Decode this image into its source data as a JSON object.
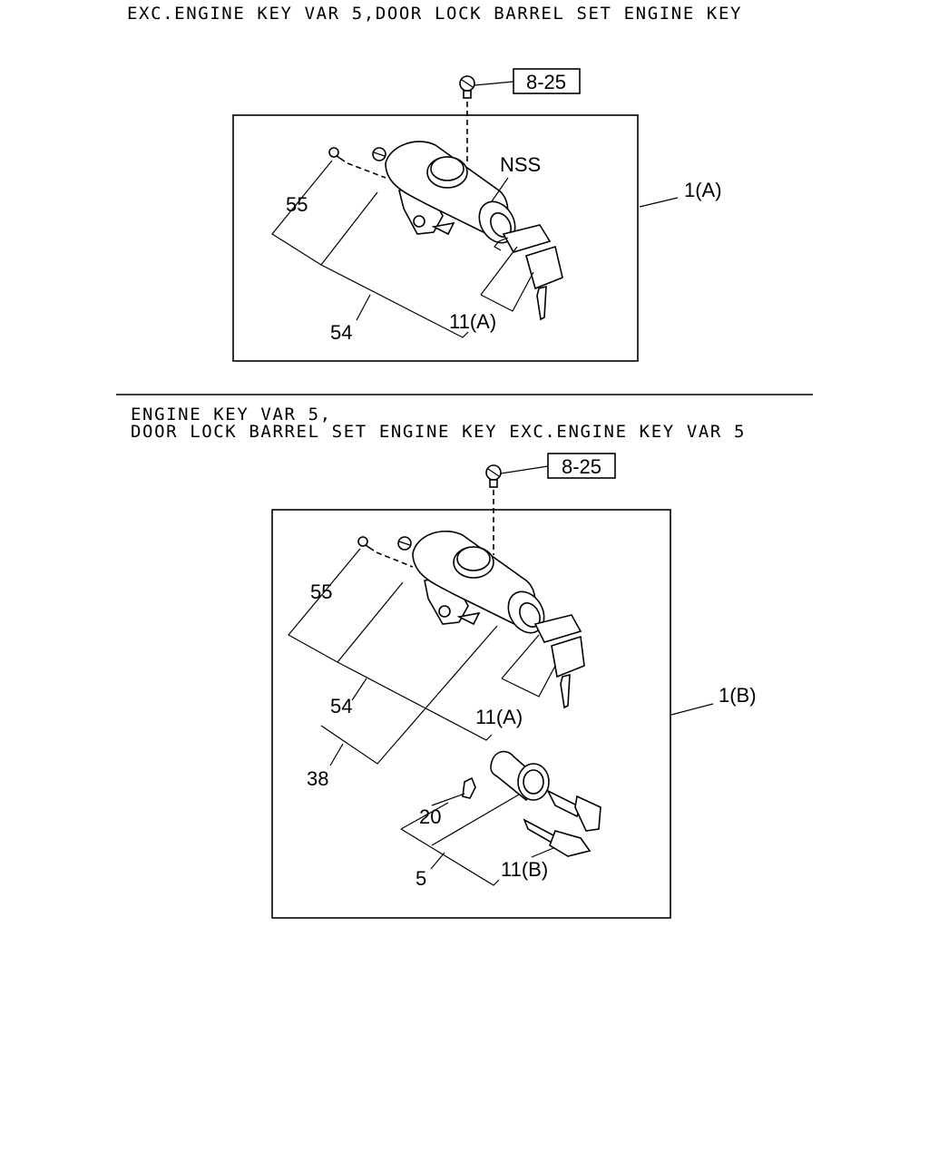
{
  "diagrams": [
    {
      "caption_lines": [
        "EXC.ENGINE KEY VAR 5,DOOR LOCK BARREL SET ENGINE KEY"
      ],
      "ref_box": "8-25",
      "assembly_label": "1(A)",
      "callouts": {
        "nss": "NSS",
        "screw": "55",
        "cylinder_set": "54",
        "keys": "11(A)"
      }
    },
    {
      "caption_lines": [
        "ENGINE KEY VAR 5,",
        "DOOR LOCK BARREL SET ENGINE KEY EXC.ENGINE KEY VAR 5"
      ],
      "ref_box": "8-25",
      "assembly_label": "1(B)",
      "callouts": {
        "screw": "55",
        "cylinder_set": "54",
        "keys_a": "11(A)",
        "kit": "38",
        "spring": "20",
        "door_set": "5",
        "keys_b": "11(B)"
      }
    }
  ]
}
